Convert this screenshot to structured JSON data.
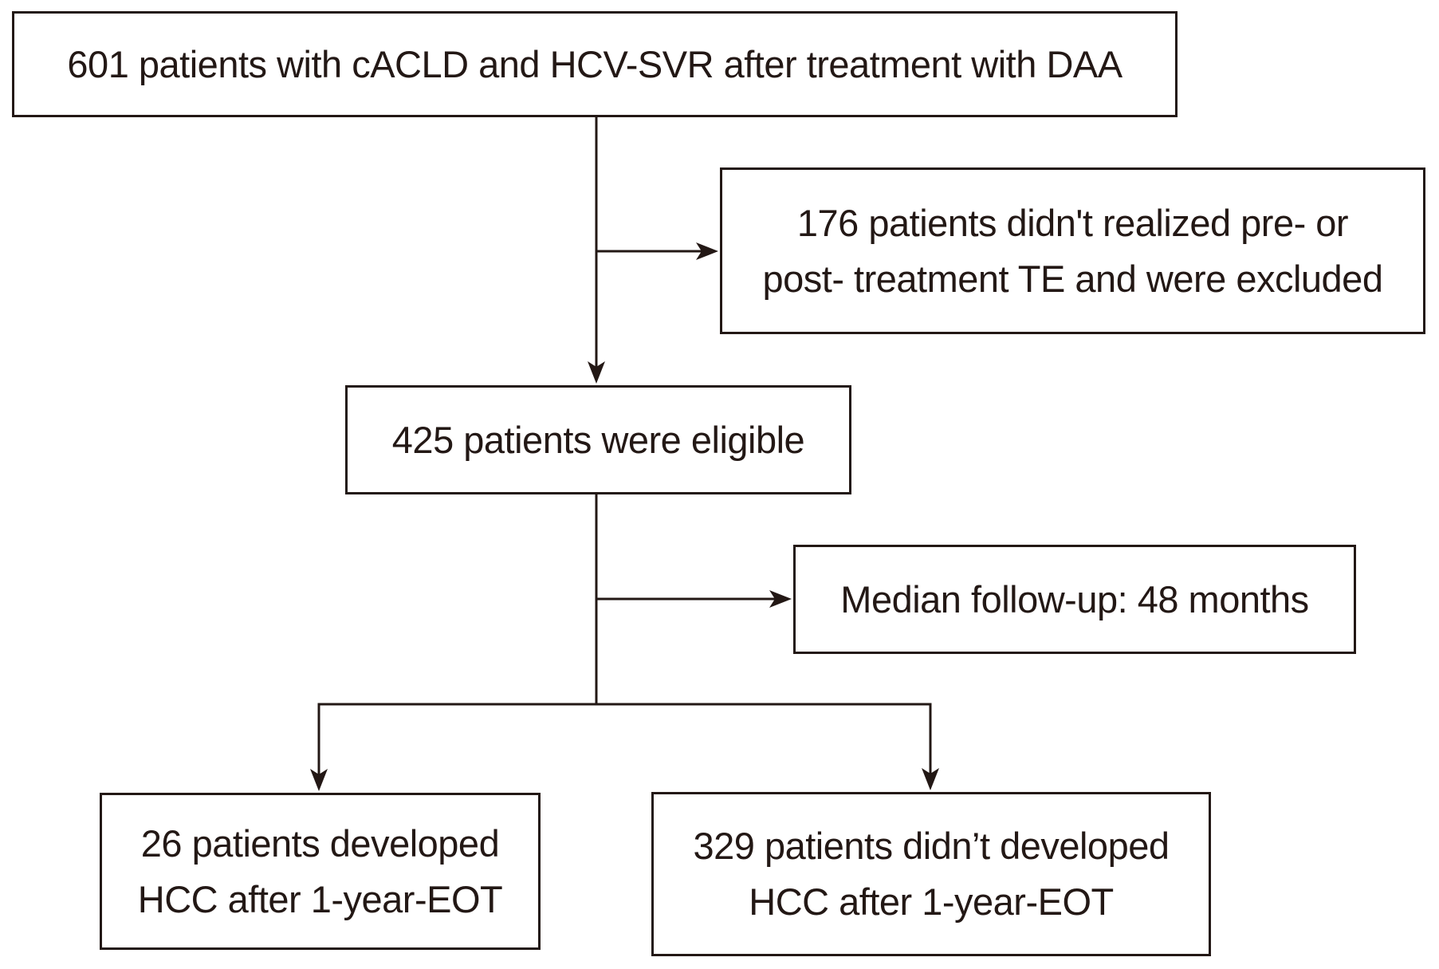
{
  "figure": {
    "type": "patient-flow-diagram",
    "colors": {
      "ink": "#231815",
      "background": "#ffffff"
    },
    "boxes": {
      "total": {
        "text": "601 patients with cACLD and HCV-SVR after treatment with DAA"
      },
      "excluded": {
        "line1": "176 patients didn't realized pre- or",
        "line2": "post- treatment TE and were excluded"
      },
      "eligible": {
        "text": "425 patients were eligible"
      },
      "median": {
        "text": "Median follow-up: 48 months"
      },
      "hcc": {
        "line1": "26 patients developed",
        "line2": "HCC after 1-year-EOT"
      },
      "no_hcc": {
        "line1": "329 patients didn’t developed",
        "line2": "HCC after 1-year-EOT"
      }
    }
  }
}
